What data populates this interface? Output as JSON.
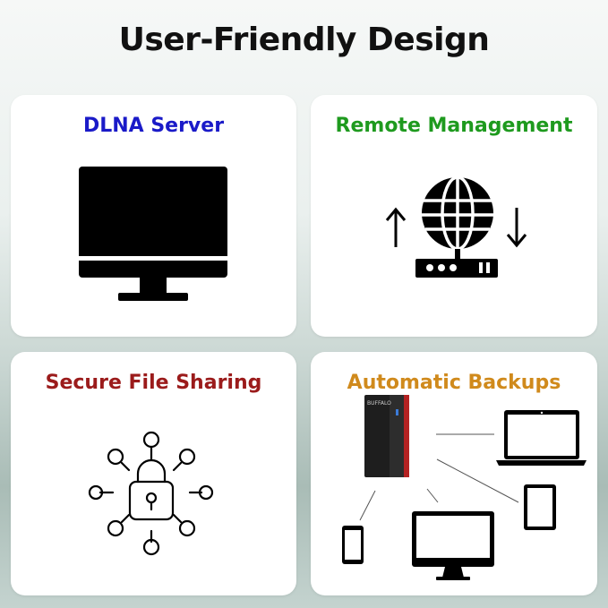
{
  "page": {
    "title": "User-Friendly Design"
  },
  "cards": [
    {
      "title": "DLNA Server",
      "title_color": "#1a1ac8",
      "icon": "monitor-icon"
    },
    {
      "title": "Remote Management",
      "title_color": "#1e9a1e",
      "icon": "globe-server-icon"
    },
    {
      "title": "Secure File Sharing",
      "title_color": "#9b1b1b",
      "icon": "lock-network-icon"
    },
    {
      "title": "Automatic Backups",
      "title_color": "#d08a1c",
      "icon": "backup-devices-icon"
    }
  ],
  "device_label": "BUFFALO"
}
